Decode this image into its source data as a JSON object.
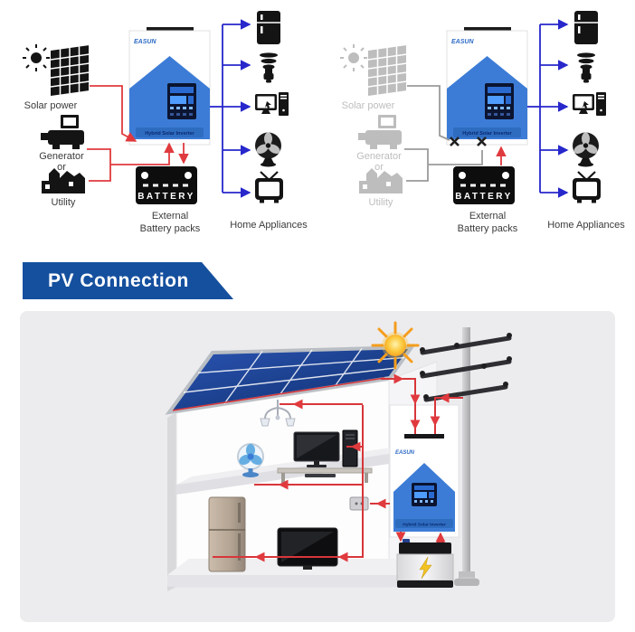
{
  "banner": {
    "label": "PV Connection",
    "color": "#15509e"
  },
  "inverter": {
    "brand": "EASUN",
    "model_label": "Hybrid Solar Inverter"
  },
  "labels": {
    "solar_power": "Solar power",
    "generator": "Generator",
    "or": "or",
    "utility": "Utility",
    "battery": "BATTERY",
    "battery_caption_line1": "External",
    "battery_caption_line2": "Battery packs",
    "home_appliances": "Home Appliances"
  },
  "diagrams": [
    {
      "name": "sources-active-mode",
      "sources_active": true,
      "battery_flow": "charging"
    },
    {
      "name": "battery-backup-mode",
      "sources_active": false,
      "battery_flow": "discharging"
    }
  ],
  "icons": {
    "sources": [
      "sun",
      "solar-panel",
      "generator",
      "utility"
    ],
    "appliances": [
      "refrigerator",
      "cfl-bulb",
      "desktop-computer",
      "table-fan",
      "television"
    ],
    "scene": [
      "sun",
      "solar-roof",
      "utility-pole",
      "hybrid-inverter",
      "battery",
      "wall-socket",
      "chandelier",
      "table-fan",
      "desktop-computer",
      "refrigerator",
      "television"
    ]
  },
  "colors": {
    "banner_blue": "#15509e",
    "inverter_blue": "#3c7cd6",
    "inverter_strip": "#2e6cc0",
    "wire_red": "#e03a3e",
    "wire_blue": "#2727cc",
    "wire_gray": "#9b9b9b",
    "inactive_gray": "#bdbdbd",
    "icon_black": "#141414",
    "panel_bg": "#ececee"
  }
}
